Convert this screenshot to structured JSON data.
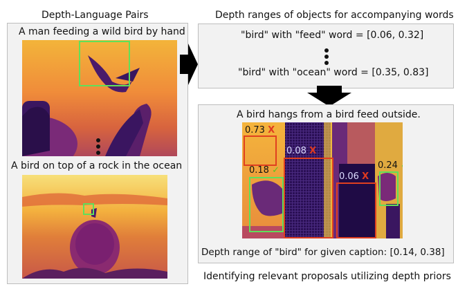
{
  "left": {
    "heading": "Depth-Language Pairs",
    "pair1_caption": "A man feeding a wild bird by hand",
    "pair2_caption": "A bird on top of a rock in the ocean"
  },
  "right_top": {
    "heading": "Depth ranges of objects for accompanying words",
    "line1": "\"bird\" with \"feed\" word = [0.06, 0.32]",
    "line2": "\"bird\" with \"ocean\" word = [0.35, 0.83]"
  },
  "right_bottom": {
    "caption": "A bird hangs from a bird feed outside.",
    "proposals": [
      {
        "score": "0.73",
        "mark": "X",
        "status": "rejected"
      },
      {
        "score": "0.08",
        "mark": "X",
        "status": "rejected"
      },
      {
        "score": "0.18",
        "mark": "✓",
        "status": "accepted"
      },
      {
        "score": "0.06",
        "mark": "X",
        "status": "rejected"
      },
      {
        "score": "0.24",
        "mark": "✓",
        "status": "accepted"
      }
    ],
    "range_text": "Depth range of \"bird\" for given caption:  [0.14, 0.38]"
  },
  "footer": "Identifying relevant proposals utilizing depth priors",
  "colors": {
    "accepted_box": "#5fe05a",
    "rejected_box": "#e04020",
    "arrow": "#000000"
  }
}
